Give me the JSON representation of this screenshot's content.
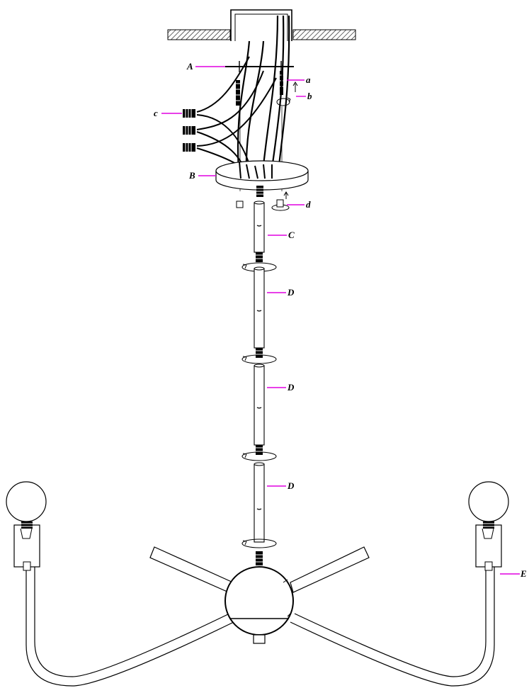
{
  "diagram": {
    "labels": {
      "A": "A",
      "a": "a",
      "b": "b",
      "c": "c",
      "B": "B",
      "d": "d",
      "C": "C",
      "D1": "D",
      "D2": "D",
      "D3": "D",
      "E": "E"
    },
    "colors": {
      "leader": "#e000e0",
      "line": "#000000",
      "background": "#ffffff"
    }
  }
}
